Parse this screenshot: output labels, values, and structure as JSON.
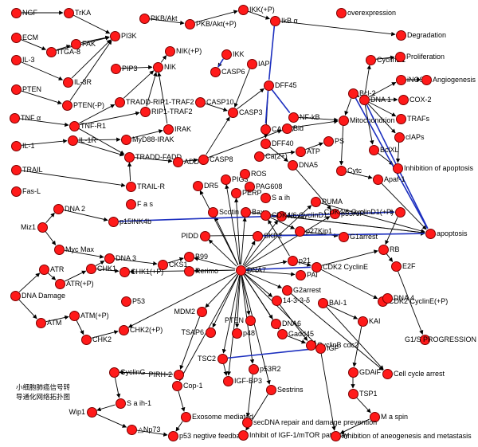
{
  "caption": [
    "小细胞肺癌信号转",
    "导通化网络拓扑图"
  ],
  "colors": {
    "node": "#ff1a1a",
    "edge": "#000000",
    "highlight_edge": "#1c2fbf"
  },
  "nodes": [
    {
      "id": "NGF",
      "label": "NGF"
    },
    {
      "id": "TrKA",
      "label": "TrKA"
    },
    {
      "id": "ECM",
      "label": "ECM"
    },
    {
      "id": "FAK",
      "label": "FAK"
    },
    {
      "id": "PI3K",
      "label": "PI3K"
    },
    {
      "id": "ITGA8",
      "label": "ITGA-8"
    },
    {
      "id": "IL3",
      "label": "IL-3"
    },
    {
      "id": "IL3R",
      "label": "IL-3R"
    },
    {
      "id": "PTEN_L",
      "label": "PTEN"
    },
    {
      "id": "PTENP",
      "label": "PTEN(-P)"
    },
    {
      "id": "TNFa",
      "label": "TNF α"
    },
    {
      "id": "TNFR1",
      "label": "TNF-R1"
    },
    {
      "id": "IL1",
      "label": "IL-1"
    },
    {
      "id": "IL1R",
      "label": "IL-1R"
    },
    {
      "id": "TRAIL",
      "label": "TRAIL"
    },
    {
      "id": "FasL",
      "label": "Fas-L"
    },
    {
      "id": "PKB",
      "label": "PKB/Akt"
    },
    {
      "id": "PKBP",
      "label": "PKB/Akt(+P)"
    },
    {
      "id": "PIP3",
      "label": "PIP3"
    },
    {
      "id": "NIK",
      "label": "NIK"
    },
    {
      "id": "NIKP",
      "label": "NIK(+P)"
    },
    {
      "id": "TRADD_RIP1_TRAF2",
      "label": "TRADD-RIP1-TRAF2"
    },
    {
      "id": "RIP1_TRAF2",
      "label": "RIP1-TRAF2"
    },
    {
      "id": "IRAK",
      "label": "IRAK"
    },
    {
      "id": "MyD88",
      "label": "MyD88-IRAK"
    },
    {
      "id": "TRADD_FADD",
      "label": "TRADD-FADD"
    },
    {
      "id": "TRAILR",
      "label": "TRAIL-R"
    },
    {
      "id": "Fas",
      "label": "F a s"
    },
    {
      "id": "IKKP",
      "label": "IKK(+P)"
    },
    {
      "id": "IkBa",
      "label": "IkB α"
    },
    {
      "id": "IKK",
      "label": "IKK"
    },
    {
      "id": "CASP6",
      "label": "CASP6"
    },
    {
      "id": "IAP",
      "label": "IAP"
    },
    {
      "id": "CASP10",
      "label": "CASP10"
    },
    {
      "id": "CASP3",
      "label": "CASP3"
    },
    {
      "id": "CASP7",
      "label": "CASP7"
    },
    {
      "id": "DFF45",
      "label": "DFF45"
    },
    {
      "id": "DFF40",
      "label": "DFF40"
    },
    {
      "id": "NFkB",
      "label": "NF-kB"
    },
    {
      "id": "Bid",
      "label": "Bid"
    },
    {
      "id": "ADD",
      "label": "ADD"
    },
    {
      "id": "CASP8",
      "label": "CASP8"
    },
    {
      "id": "DR5",
      "label": "DR5"
    },
    {
      "id": "PIG3",
      "label": "PIG3"
    },
    {
      "id": "ROS",
      "label": "ROS"
    },
    {
      "id": "Ca2",
      "label": "Ca(2+)"
    },
    {
      "id": "ATP",
      "label": "ATP"
    },
    {
      "id": "PS",
      "label": "PS"
    },
    {
      "id": "DNA5",
      "label": "DNA5"
    },
    {
      "id": "PAG608",
      "label": "PAG608"
    },
    {
      "id": "Saih",
      "label": "S a  ih"
    },
    {
      "id": "PERP",
      "label": "PERP"
    },
    {
      "id": "Noxa",
      "label": "Noxa"
    },
    {
      "id": "PUMA",
      "label": "PUMA"
    },
    {
      "id": "p53AIP",
      "label": "p53AIP"
    },
    {
      "id": "Scotin",
      "label": "Scotin"
    },
    {
      "id": "Bax",
      "label": "Bax"
    },
    {
      "id": "overexp",
      "label": "overexpression"
    },
    {
      "id": "Degradation",
      "label": "Degradation"
    },
    {
      "id": "CyclinD1",
      "label": "CyclinD1"
    },
    {
      "id": "Proliferation",
      "label": "Proliferation"
    },
    {
      "id": "iNOS",
      "label": "iNOS"
    },
    {
      "id": "Angiogenesis",
      "label": "Angiogenesis"
    },
    {
      "id": "Bcl2",
      "label": "Bcl-2"
    },
    {
      "id": "DNA1",
      "label": "DNA 1"
    },
    {
      "id": "COX2",
      "label": "COX-2"
    },
    {
      "id": "TRAFs",
      "label": "TRAFs"
    },
    {
      "id": "Mito",
      "label": "Mitochondrion"
    },
    {
      "id": "cIAPs",
      "label": "cIAPs"
    },
    {
      "id": "BclXL",
      "label": "BclXL"
    },
    {
      "id": "InhApop",
      "label": "Inhibition of apoptosis"
    },
    {
      "id": "Cytc",
      "label": "Cytc"
    },
    {
      "id": "Apaf1",
      "label": "Apaf-1"
    },
    {
      "id": "CDK46_D1P",
      "label": "CDK4/6 CyclinD1(+P)"
    },
    {
      "id": "apoptosis",
      "label": "apoptosis"
    },
    {
      "id": "Miz1",
      "label": "Miz1"
    },
    {
      "id": "DNA2",
      "label": "DNA 2"
    },
    {
      "id": "p15",
      "label": "p15INK4b"
    },
    {
      "id": "MycMax",
      "label": "Myc Max"
    },
    {
      "id": "PIDD",
      "label": "PIDD"
    },
    {
      "id": "CDK46_D1",
      "label": "CDK4/6  CyclinD1"
    },
    {
      "id": "p27",
      "label": "p27Kip1"
    },
    {
      "id": "SKP2",
      "label": "SKP2"
    },
    {
      "id": "G1arrest",
      "label": "G1arrest"
    },
    {
      "id": "DNA3",
      "label": "DNA 3"
    },
    {
      "id": "CHK1",
      "label": "CHK1"
    },
    {
      "id": "CHK1P",
      "label": "CHK1(+P)"
    },
    {
      "id": "CKS1",
      "label": "CKS1"
    },
    {
      "id": "B99",
      "label": "B99"
    },
    {
      "id": "Rerimo",
      "label": "Rerimo"
    },
    {
      "id": "DNA7",
      "label": "DNA7"
    },
    {
      "id": "p21",
      "label": "p21"
    },
    {
      "id": "PAI",
      "label": "PAI"
    },
    {
      "id": "CDK2E",
      "label": "CDK2 CyclinE"
    },
    {
      "id": "RB",
      "label": "RB"
    },
    {
      "id": "E2F",
      "label": "E2F"
    },
    {
      "id": "ATR",
      "label": "ATR"
    },
    {
      "id": "ATRP",
      "label": "ATR(+P)"
    },
    {
      "id": "DNADamage",
      "label": "DNA Damage"
    },
    {
      "id": "ATM",
      "label": "ATM"
    },
    {
      "id": "ATMP",
      "label": "ATM(+P)"
    },
    {
      "id": "CHK2",
      "label": "CHK2"
    },
    {
      "id": "CHK2P",
      "label": "CHK2(+P)"
    },
    {
      "id": "P53",
      "label": "P53"
    },
    {
      "id": "G2arrest",
      "label": "G2arrest"
    },
    {
      "id": "s1433",
      "label": "14-3-3-δ"
    },
    {
      "id": "BAI1",
      "label": "BAI-1"
    },
    {
      "id": "CDK2EP",
      "label": "CDK2 CyclinE(+P)"
    },
    {
      "id": "DNA4",
      "label": "DNA 4"
    },
    {
      "id": "MDM2",
      "label": "MDM2"
    },
    {
      "id": "PTEN",
      "label": "PTEN"
    },
    {
      "id": "TSAP6",
      "label": "TSAP6"
    },
    {
      "id": "p48",
      "label": "p48"
    },
    {
      "id": "DNA6",
      "label": "DNA6"
    },
    {
      "id": "Gadd45",
      "label": "Gadd45"
    },
    {
      "id": "CyclinBcdc2",
      "label": "CyclinB cdc2"
    },
    {
      "id": "IGF",
      "label": "IGF"
    },
    {
      "id": "KAI",
      "label": "KAI"
    },
    {
      "id": "G1S",
      "label": "G1/S PROGRESSION"
    },
    {
      "id": "PIRH2",
      "label": "PIRH-2"
    },
    {
      "id": "CyclinG",
      "label": "CyclinG"
    },
    {
      "id": "Copl",
      "label": "Cop-1"
    },
    {
      "id": "TSC2",
      "label": "TSC2"
    },
    {
      "id": "IGFBP3",
      "label": "IGF-BP3"
    },
    {
      "id": "p53R2",
      "label": "p53R2"
    },
    {
      "id": "Sestrins",
      "label": "Sestrins"
    },
    {
      "id": "GDAiF",
      "label": "GDAiF"
    },
    {
      "id": "CellCycleArrest",
      "label": "Cell cycle arrest"
    },
    {
      "id": "TSP1",
      "label": "TSP1"
    },
    {
      "id": "Maspin",
      "label": "M a  spin"
    },
    {
      "id": "Saih1",
      "label": "S a  ih-1"
    },
    {
      "id": "Wip1",
      "label": "Wip1"
    },
    {
      "id": "Np73",
      "label": "△Np73"
    },
    {
      "id": "Exosome",
      "label": "Exosome mediated"
    },
    {
      "id": "p53neg",
      "label": "p53 negtive feedback"
    },
    {
      "id": "secDNA",
      "label": "secDNA repair and damage prevention"
    },
    {
      "id": "InhIGF",
      "label": "Inhibit of IGF-1/mTOR pathway"
    },
    {
      "id": "InhAng",
      "label": "Inhibition of aneogenesis and metastasis"
    }
  ],
  "edges": [
    [
      "NGF",
      "TrKA"
    ],
    [
      "TrKA",
      "PI3K"
    ],
    [
      "ECM",
      "ITGA8"
    ],
    [
      "ITGA8",
      "FAK"
    ],
    [
      "FAK",
      "PI3K"
    ],
    [
      "ITGA8",
      "PI3K"
    ],
    [
      "IL3",
      "IL3R"
    ],
    [
      "IL3R",
      "PI3K"
    ],
    [
      "PTEN_L",
      "PTENP"
    ],
    [
      "PTENP",
      "PI3K"
    ],
    [
      "TNFa",
      "TNFR1"
    ],
    [
      "TNFR1",
      "TRADD_RIP1_TRAF2"
    ],
    [
      "TNFR1",
      "RIP1_TRAF2"
    ],
    [
      "TNFR1",
      "TRADD_FADD"
    ],
    [
      "IL1",
      "IL1R"
    ],
    [
      "IL1R",
      "MyD88"
    ],
    [
      "IL1R",
      "TRADD_FADD"
    ],
    [
      "MyD88",
      "IRAK"
    ],
    [
      "TRAIL",
      "TRAILR"
    ],
    [
      "TRAILR",
      "TRADD_FADD"
    ],
    [
      "PKB",
      "PKBP"
    ],
    [
      "PIP3",
      "NIK"
    ],
    [
      "NIK",
      "NIKP"
    ],
    [
      "RIP1_TRAF2",
      "NIK"
    ],
    [
      "TRADD_RIP1_TRAF2",
      "NIK"
    ],
    [
      "IRAK",
      "NIK"
    ],
    [
      "PKBP",
      "IKKP"
    ],
    [
      "IKKP",
      "IkBa"
    ],
    [
      "IkBa",
      "Degradation"
    ],
    [
      "IKK",
      "CASP6"
    ],
    [
      "IAP",
      "CASP3"
    ],
    [
      "CASP10",
      "CASP3"
    ],
    [
      "TRADD_FADD",
      "ADD"
    ],
    [
      "ADD",
      "CASP8"
    ],
    [
      "CASP8",
      "CASP3"
    ],
    [
      "CASP8",
      "Bid"
    ],
    [
      "CASP3",
      "DFF45"
    ],
    [
      "DFF45",
      "DFF40"
    ],
    [
      "NFkB",
      "Mito"
    ],
    [
      "Bid",
      "Mito"
    ],
    [
      "DFF40",
      "DNA5"
    ],
    [
      "Ca2",
      "ATP"
    ],
    [
      "ATP",
      "PS"
    ],
    [
      "Mito",
      "Cytc"
    ],
    [
      "Cytc",
      "Apaf1"
    ],
    [
      "Apaf1",
      "apoptosis"
    ],
    [
      "Bcl2",
      "Mito"
    ],
    [
      "Bcl2",
      "DNA1"
    ],
    [
      "DNA1",
      "CyclinD1"
    ],
    [
      "DNA1",
      "iNOS"
    ],
    [
      "DNA1",
      "COX2"
    ],
    [
      "DNA1",
      "TRAFs"
    ],
    [
      "DNA1",
      "cIAPs"
    ],
    [
      "DNA1",
      "BclXL"
    ],
    [
      "CyclinD1",
      "Proliferation"
    ],
    [
      "iNOS",
      "Angiogenesis"
    ],
    [
      "BclXL",
      "InhApop"
    ],
    [
      "cIAPs",
      "InhApop"
    ],
    [
      "DNADamage",
      "ATR"
    ],
    [
      "DNADamage",
      "ATM"
    ],
    [
      "ATR",
      "ATRP"
    ],
    [
      "ATRP",
      "CHK1"
    ],
    [
      "ATM",
      "ATMP"
    ],
    [
      "ATMP",
      "CHK2"
    ],
    [
      "CHK2",
      "CHK2P"
    ],
    [
      "CHK1",
      "CHK1P"
    ],
    [
      "CHK1",
      "DNA3"
    ],
    [
      "MycMax",
      "DNA3"
    ],
    [
      "Miz1",
      "DNA2"
    ],
    [
      "Miz1",
      "MycMax"
    ],
    [
      "DNA2",
      "p15"
    ],
    [
      "DNA3",
      "CKS1"
    ],
    [
      "CKS1",
      "B99"
    ],
    [
      "DNA7",
      "PIDD"
    ],
    [
      "DNA7",
      "Bax"
    ],
    [
      "DNA7",
      "Scotin"
    ],
    [
      "DNA7",
      "PERP"
    ],
    [
      "DNA7",
      "PIG3"
    ],
    [
      "DNA7",
      "DR5"
    ],
    [
      "DNA7",
      "Noxa"
    ],
    [
      "DNA7",
      "PUMA"
    ],
    [
      "DNA7",
      "p53AIP"
    ],
    [
      "DNA7",
      "SKP2"
    ],
    [
      "DNA7",
      "p21"
    ],
    [
      "DNA7",
      "PAI"
    ],
    [
      "DNA7",
      "B99"
    ],
    [
      "DNA7",
      "Rerimo"
    ],
    [
      "DNA7",
      "MDM2"
    ],
    [
      "DNA7",
      "PTEN"
    ],
    [
      "DNA7",
      "TSAP6"
    ],
    [
      "DNA7",
      "p48"
    ],
    [
      "DNA7",
      "DNA6"
    ],
    [
      "DNA7",
      "Gadd45"
    ],
    [
      "DNA7",
      "s1433"
    ],
    [
      "DNA7",
      "G2arrest"
    ],
    [
      "DNA7",
      "IGF"
    ],
    [
      "DNA7",
      "p53R2"
    ],
    [
      "DNA7",
      "Sestrins"
    ],
    [
      "DNA7",
      "TSC2"
    ],
    [
      "DNA7",
      "IGFBP3"
    ],
    [
      "DNA7",
      "Copl"
    ],
    [
      "DNA7",
      "CHK1P"
    ],
    [
      "DNA7",
      "CHK2P"
    ],
    [
      "p21",
      "CDK2E"
    ],
    [
      "p21",
      "CDK46_D1"
    ],
    [
      "p27",
      "G1arrest"
    ],
    [
      "CDK46_D1",
      "p27"
    ],
    [
      "CDK2E",
      "CDK2EP"
    ],
    [
      "CDK2EP",
      "DNA4"
    ],
    [
      "RB",
      "E2F"
    ],
    [
      "E2F",
      "G1S"
    ],
    [
      "CDK46_D1P",
      "RB"
    ],
    [
      "CDK2E",
      "RB"
    ],
    [
      "DNA5",
      "p53AIP"
    ],
    [
      "p53AIP",
      "CDK46_D1P"
    ],
    [
      "PUMA",
      "apoptosis"
    ],
    [
      "Noxa",
      "apoptosis"
    ],
    [
      "Bax",
      "apoptosis"
    ],
    [
      "PIDD",
      "apoptosis"
    ],
    [
      "MDM2",
      "PIRH2"
    ],
    [
      "PIRH2",
      "CyclinG"
    ],
    [
      "CyclinG",
      "Saih1"
    ],
    [
      "Saih1",
      "Wip1"
    ],
    [
      "Wip1",
      "Np73"
    ],
    [
      "Copl",
      "Exosome"
    ],
    [
      "Exosome",
      "p53neg"
    ],
    [
      "Np73",
      "p53neg"
    ],
    [
      "p53R2",
      "secDNA"
    ],
    [
      "Sestrins",
      "InhIGF"
    ],
    [
      "TSC2",
      "IGFBP3"
    ],
    [
      "IGF",
      "InhAng"
    ],
    [
      "KAI",
      "GDAiF"
    ],
    [
      "GDAiF",
      "TSP1"
    ],
    [
      "TSP1",
      "Maspin"
    ],
    [
      "Maspin",
      "InhAng"
    ],
    [
      "BAI1",
      "KAI"
    ],
    [
      "G2arrest",
      "CellCycleArrest"
    ],
    [
      "Gadd45",
      "CyclinBcdc2"
    ],
    [
      "s1433",
      "CyclinBcdc2"
    ],
    [
      "BAI1",
      "CellCycleArrest"
    ]
  ],
  "highlight_edges": [
    [
      "IkBa",
      "DFF45"
    ],
    [
      "DFF45",
      "NFkB"
    ],
    [
      "CASP7",
      "DFF45"
    ],
    [
      "IKK",
      "CASP6"
    ],
    [
      "p15",
      "CDK46_D1P"
    ],
    [
      "SKP2",
      "apoptosis"
    ],
    [
      "DNA1",
      "apoptosis"
    ],
    [
      "TSC2",
      "IGF"
    ],
    [
      "DNA7",
      "CDK2E"
    ],
    [
      "Bcl2",
      "apoptosis"
    ]
  ]
}
